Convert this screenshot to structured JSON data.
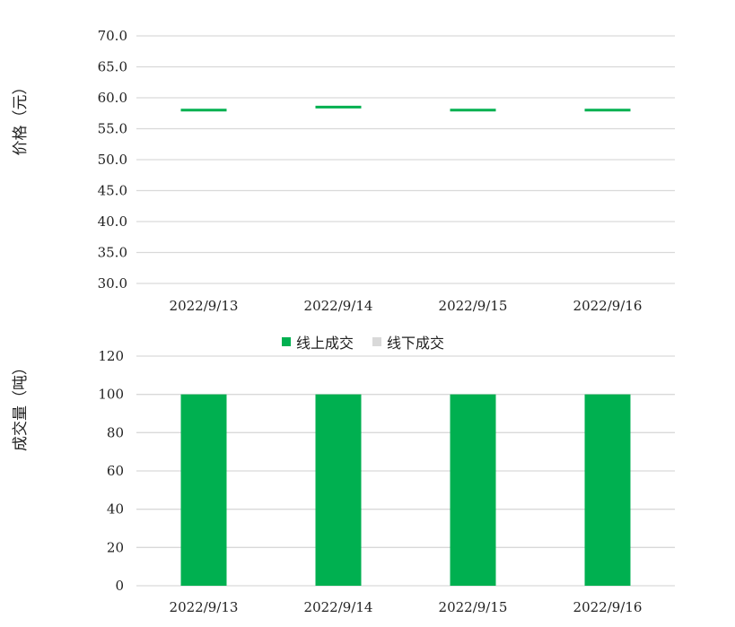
{
  "chart_data": [
    {
      "type": "line",
      "title": "",
      "xlabel": "",
      "ylabel": "价格（元）",
      "categories": [
        "2022/9/13",
        "2022/9/14",
        "2022/9/15",
        "2022/9/16"
      ],
      "series": [
        {
          "values": [
            58.0,
            58.5,
            58.0,
            58.0
          ],
          "color": "#00b050"
        }
      ],
      "ylim": [
        30.0,
        70.0
      ],
      "yticks": [
        "70.0",
        "65.0",
        "60.0",
        "55.0",
        "50.0",
        "45.0",
        "40.0",
        "35.0",
        "30.0"
      ],
      "grid": true
    },
    {
      "type": "bar",
      "title": "",
      "xlabel": "",
      "ylabel": "成交量（吨）",
      "categories": [
        "2022/9/13",
        "2022/9/14",
        "2022/9/15",
        "2022/9/16"
      ],
      "series": [
        {
          "name": "线上成交",
          "values": [
            100,
            100,
            100,
            100
          ],
          "color": "#00b050"
        },
        {
          "name": "线下成交",
          "values": [
            0,
            0,
            0,
            0
          ],
          "color": "#d9d9d9"
        }
      ],
      "ylim": [
        0,
        120
      ],
      "yticks": [
        "120",
        "100",
        "80",
        "60",
        "40",
        "20",
        "0"
      ],
      "grid": true,
      "legend": "top"
    }
  ]
}
